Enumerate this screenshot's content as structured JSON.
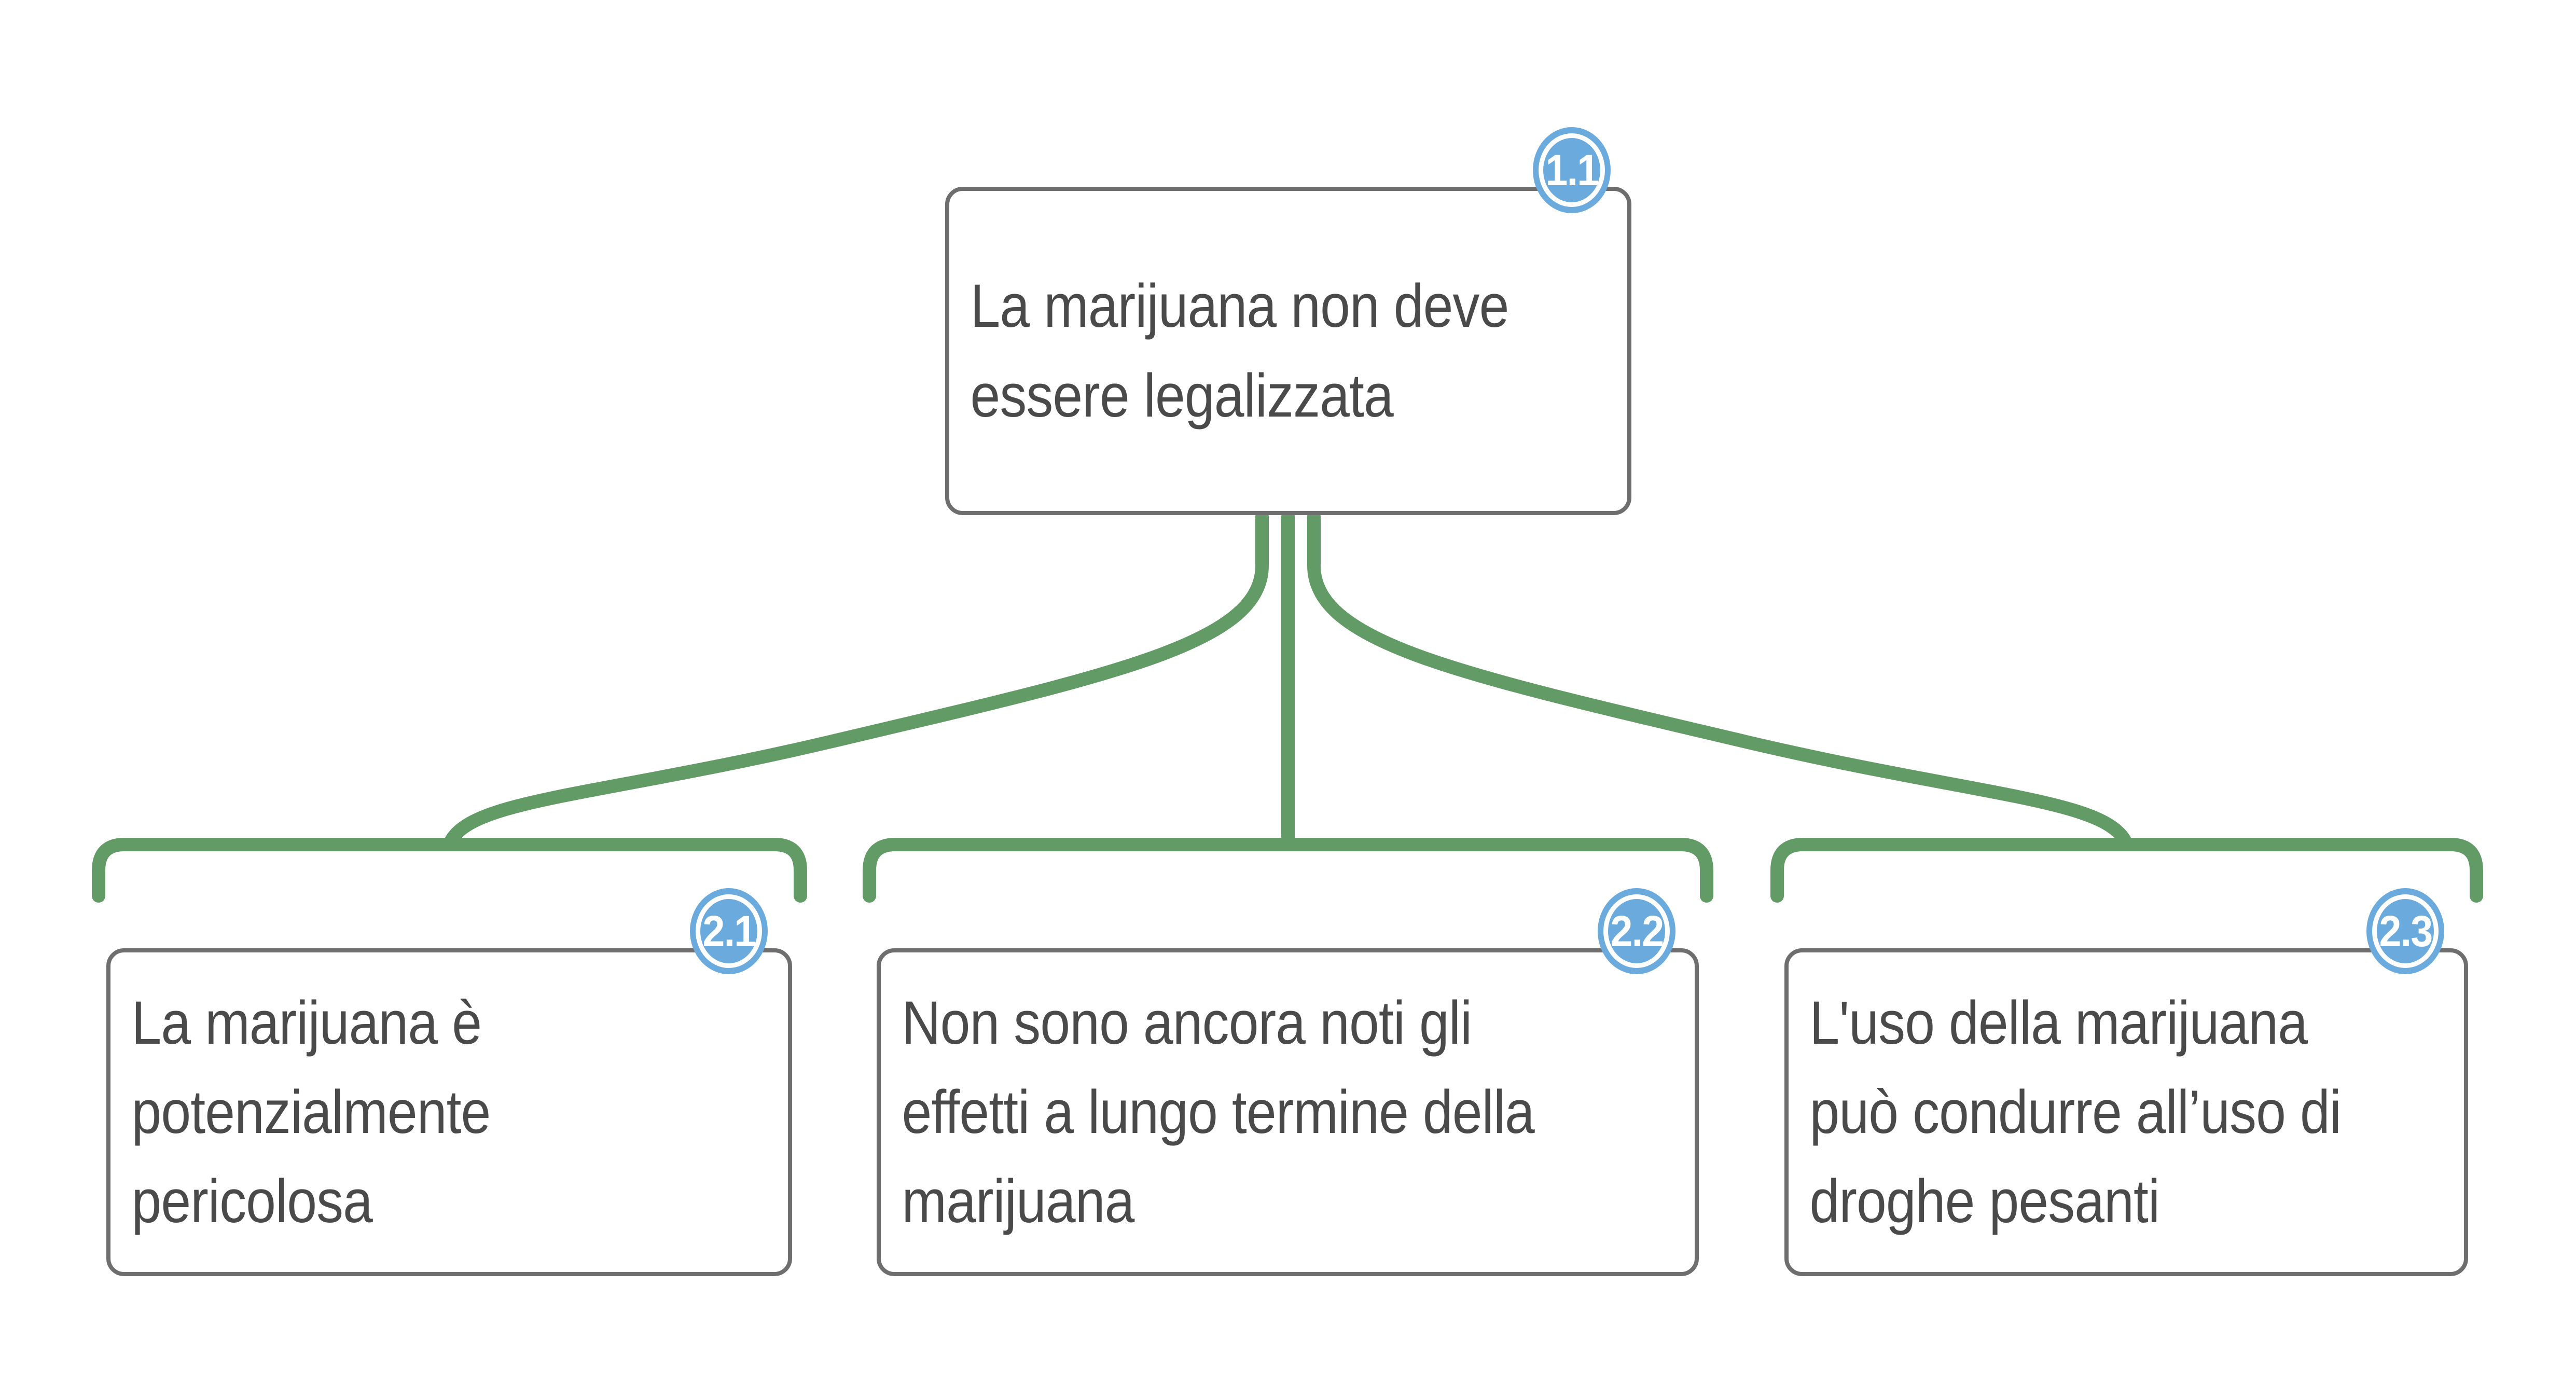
{
  "diagram": {
    "title": "Argument map: La marijuana non deve essere legalizzata",
    "type": "argument-tree",
    "language": "it",
    "colors": {
      "connector_green": "#629b66",
      "badge_blue": "#6aaadd",
      "box_border_gray": "#6e6e6e",
      "text_gray": "#4a4a4a",
      "background": "#ffffff"
    },
    "root": {
      "id": "1.1",
      "badge": "1.1",
      "text": "La marijuana non deve essere legalizzata"
    },
    "children": [
      {
        "id": "2.1",
        "badge": "2.1",
        "text": "La marijuana è potenzialmente pericolosa"
      },
      {
        "id": "2.2",
        "badge": "2.2",
        "text": "Non sono ancora noti gli effetti a lungo termine della marijuana"
      },
      {
        "id": "2.3",
        "badge": "2.3",
        "text": "L'uso della marijuana può condurre all’uso di droghe pesanti"
      }
    ],
    "edges": [
      {
        "from": "1.1",
        "to": "2.1"
      },
      {
        "from": "1.1",
        "to": "2.2"
      },
      {
        "from": "1.1",
        "to": "2.3"
      }
    ]
  }
}
